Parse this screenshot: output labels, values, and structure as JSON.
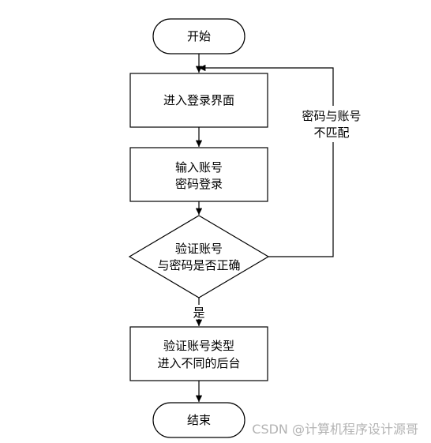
{
  "nodes": {
    "start": {
      "label": "开始"
    },
    "login_page": {
      "label": "进入登录界面"
    },
    "input_credentials": {
      "lines": [
        "输入账号",
        "密码登录"
      ]
    },
    "verify": {
      "lines": [
        "验证账号",
        "与密码是否正确"
      ]
    },
    "verify_type": {
      "lines": [
        "验证账号类型",
        "进入不同的后台"
      ]
    },
    "end": {
      "label": "结束"
    }
  },
  "edges": {
    "yes_label": "是",
    "mismatch_label": [
      "密码与账号",
      "不匹配"
    ]
  },
  "watermark": "CSDN @计算机程序设计源哥"
}
